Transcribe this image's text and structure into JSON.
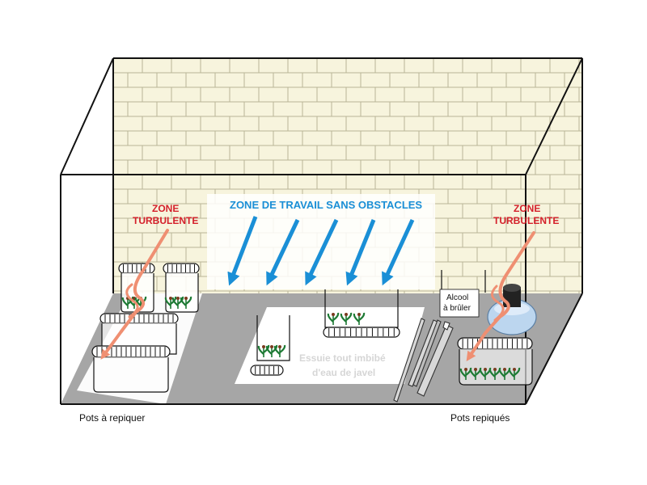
{
  "labels": {
    "zone_left_line1": "ZONE",
    "zone_left_line2": "TURBULENTE",
    "zone_right_line1": "ZONE",
    "zone_right_line2": "TURBULENTE",
    "work_zone": "ZONE DE TRAVAIL SANS OBSTACLES",
    "towel_line1": "Essuie tout imbibé",
    "towel_line2": "d'eau de javel",
    "alcohol_line1": "Alcool",
    "alcohol_line2": "à brûler",
    "pots_left": "Pots à repiquer",
    "pots_right": "Pots repiqués"
  },
  "colors": {
    "turbulent_label": "#d41f2a",
    "turbulent_arrow": "#ef8f72",
    "airflow": "#1a8fd6",
    "floor": "#a6a6a6",
    "back_wall_tiles": "#f7f4dd",
    "grout": "#b9b596",
    "plant_leaf": "#1d7a34",
    "plant_bud": "#7a3a1e"
  },
  "icons": {
    "airflow_arrow": "blue-down-left-arrow",
    "turbulence_arrow": "red-swirl-arrow",
    "burner": "alcohol-lamp-icon",
    "tools": "scalpel-and-tweezers-icon"
  }
}
